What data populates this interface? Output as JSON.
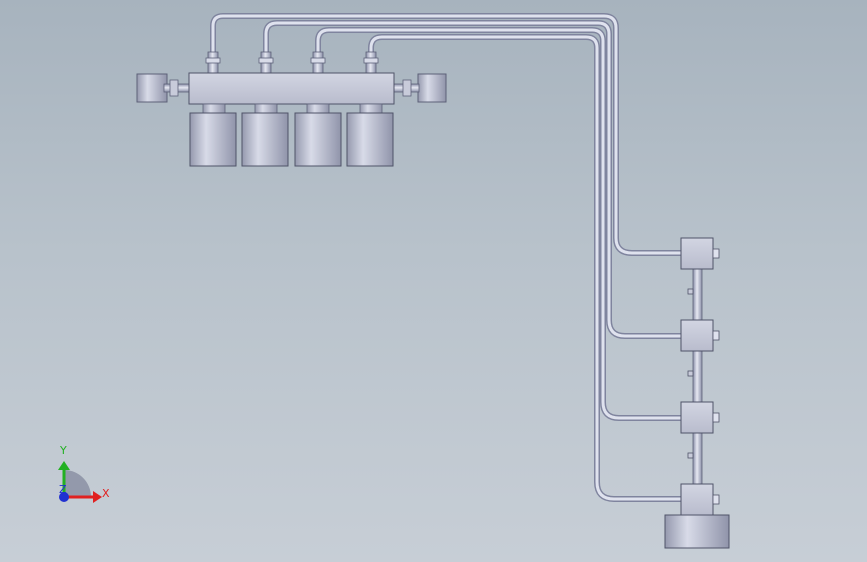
{
  "viewport": {
    "background_top": "#a7b3be",
    "background_bottom": "#c7ced6"
  },
  "model": {
    "pipe_color": "#c9ccdd",
    "pipe_dark": "#8a8fa8",
    "body_color": "#c4c7d6",
    "shadow_color": "#8f93a8",
    "cylinder_count": 4,
    "junction_box_count": 4
  },
  "triad": {
    "x_label": "X",
    "y_label": "Y",
    "z_label": "Z",
    "x_color": "#e02020",
    "y_color": "#22b022",
    "z_color": "#2030d0"
  }
}
